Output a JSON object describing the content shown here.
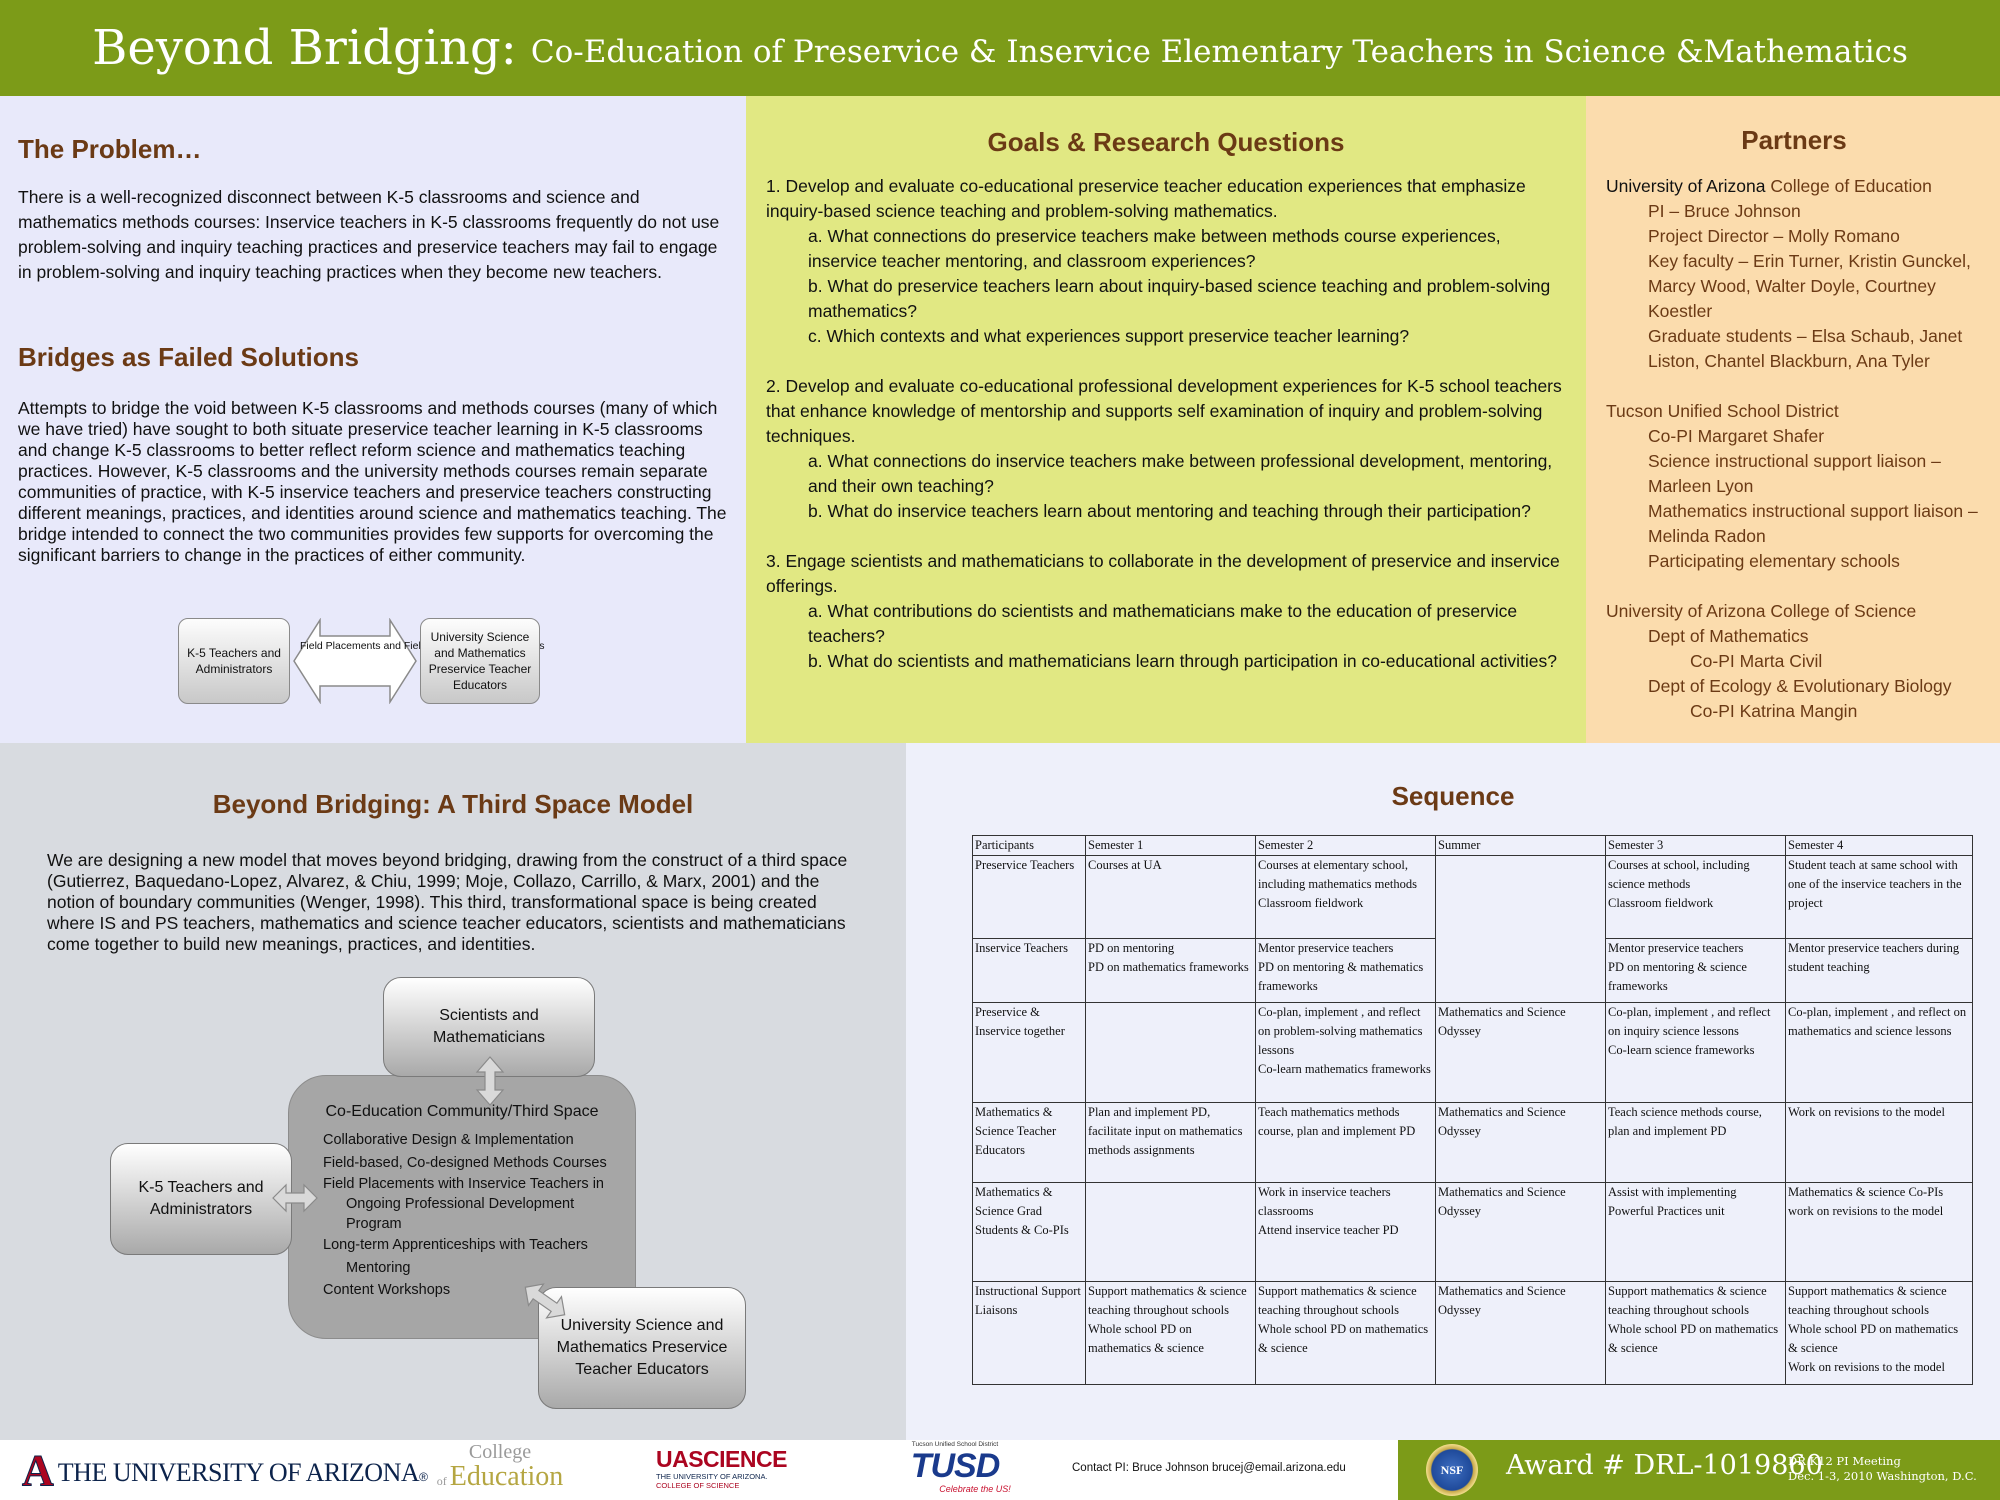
{
  "header": {
    "title_main": "Beyond Bridging:",
    "title_sub": "Co-Education of Preservice  & Inservice  Elementary Teachers in Science &Mathematics"
  },
  "problem": {
    "heading": "The Problem…",
    "text": "There is a well-recognized disconnect between K-5 classrooms and science and mathematics methods courses:  Inservice teachers in K-5 classrooms frequently do not use problem-solving and inquiry teaching practices and preservice teachers may fail to engage in problem-solving and inquiry teaching practices when they become new teachers."
  },
  "bridges": {
    "heading": "Bridges as Failed Solutions",
    "text": "Attempts to bridge the void between K-5 classrooms and methods courses (many of which we have tried) have sought to both situate preservice teacher learning in K-5 classrooms and change K-5 classrooms to better reflect reform science and mathematics teaching practices. However, K-5 classrooms and the university methods courses remain separate communities of practice, with K-5 inservice teachers and preservice teachers constructing different meanings, practices, and identities around science and mathematics teaching. The bridge intended to connect the two communities provides few supports for overcoming the significant barriers to change in the practices of either community.",
    "diagram": {
      "left": "K-5 Teachers and Administrators",
      "middle": "Field Placements and Field Based Methods Courses",
      "right": "University Science and Mathematics Preservice Teacher Educators"
    }
  },
  "goals": {
    "heading": "Goals & Research Questions",
    "items": [
      {
        "text": "1. Develop and evaluate co-educational preservice teacher education experiences that emphasize inquiry-based science teaching and problem-solving mathematics.",
        "subs": [
          "a. What connections do preservice teachers make between methods course experiences, inservice teacher mentoring, and classroom experiences?",
          "b. What do preservice teachers learn about inquiry-based science teaching and problem-solving mathematics?",
          "c. Which contexts and what experiences support preservice teacher learning?"
        ]
      },
      {
        "text": "2. Develop and evaluate co-educational professional development experiences for K-5 school teachers that enhance knowledge of mentorship and supports self examination of inquiry and problem-solving techniques.",
        "subs": [
          "a. What connections do inservice teachers make between professional development, mentoring, and their own teaching?",
          "b. What do inservice teachers learn about mentoring and teaching through their participation?"
        ]
      },
      {
        "text": "3. Engage scientists and mathematicians to collaborate in the development of preservice and inservice offerings.",
        "subs": [
          "a. What contributions do scientists and mathematicians make to the education of preservice  teachers?",
          "b. What do scientists and mathematicians learn through participation in co-educational activities?"
        ]
      }
    ]
  },
  "partners": {
    "heading": "Partners",
    "ua_name": "University of Arizona",
    "ua_college": " College of Education",
    "coe_people": [
      "PI – Bruce Johnson",
      "Project Director – Molly Romano",
      "Key faculty – Erin Turner, Kristin Gunckel, Marcy Wood, Walter Doyle, Courtney Koestler",
      "Graduate students – Elsa Schaub, Janet Liston, Chantel Blackburn, Ana Tyler"
    ],
    "tusd": "Tucson Unified School District",
    "tusd_people": [
      "Co-PI Margaret Shafer",
      "Science instructional support liaison – Marleen Lyon",
      "Mathematics instructional support liaison – Melinda Radon",
      "Participating elementary schools"
    ],
    "cos": "University of Arizona College of Science",
    "math_dept": "Dept of Mathematics",
    "math_copi": "Co-PI Marta Civil",
    "eco_dept": "Dept of Ecology & Evolutionary Biology",
    "eco_copi": "Co-PI Katrina Mangin"
  },
  "model": {
    "heading": "Beyond Bridging: A Third Space Model",
    "text": "We are designing a new model that moves beyond bridging, drawing from the construct of a third space (Gutierrez, Baquedano-Lopez, Alvarez, & Chiu, 1999; Moje, Collazo, Carrillo, & Marx, 2001) and the notion of boundary communities (Wenger, 1998). This third, transformational space is being created where IS and PS teachers, mathematics and science teacher educators, scientists and mathematicians come together to build new meanings, practices, and identities.",
    "scientists": "Scientists and Mathematicians",
    "k5": "K-5 Teachers and Administrators",
    "university": "University Science and Mathematics Preservice Teacher Educators",
    "community_title": "Co-Education Community/Third Space",
    "community_items": [
      "Collaborative Design & Implementation",
      "Field-based, Co-designed Methods Courses",
      "Field Placements with Inservice Teachers in",
      "Ongoing Professional Development",
      "Program",
      "Long-term Apprenticeships with Teachers",
      "Mentoring",
      "Content Workshops"
    ]
  },
  "sequence": {
    "heading": "Sequence",
    "columns": [
      "Participants",
      "Semester 1",
      "Semester 2",
      "Summer",
      "Semester 3",
      "Semester 4"
    ],
    "rows": [
      [
        "Preservice Teachers",
        "Courses at UA",
        "Courses at elementary school, including mathematics methods\nClassroom fieldwork",
        "",
        "Courses at school, including science methods\nClassroom fieldwork",
        "Student teach at same school with one of the inservice teachers in the project"
      ],
      [
        "Inservice Teachers",
        "PD on mentoring\nPD on mathematics frameworks",
        "Mentor  preservice teachers\nPD on mentoring & mathematics frameworks",
        "",
        "Mentor  preservice teachers\nPD on mentoring & science frameworks",
        "Mentor  preservice teachers during student teaching"
      ],
      [
        "Preservice & Inservice together",
        "",
        "Co-plan, implement , and reflect on problem-solving mathematics lessons\nCo-learn mathematics frameworks",
        "Mathematics and Science Odyssey",
        "Co-plan, implement , and reflect on inquiry science lessons\nCo-learn science frameworks",
        "Co-plan, implement , and reflect on mathematics and science lessons"
      ],
      [
        "Mathematics & Science Teacher Educators",
        "Plan and implement PD, facilitate input on mathematics methods assignments",
        "Teach mathematics methods course, plan and implement PD",
        "Mathematics and Science Odyssey",
        "Teach science methods course, plan and implement PD",
        "Work on revisions to the model"
      ],
      [
        "Mathematics & Science Grad Students & Co-PIs",
        "",
        "Work in inservice teachers classrooms\nAttend inservice teacher PD",
        "Mathematics and Science Odyssey",
        "Assist with implementing Powerful Practices unit",
        "Mathematics & science Co-PIs work on revisions to the model"
      ],
      [
        "Instructional Support  Liaisons",
        "Support mathematics & science teaching throughout schools\nWhole school PD on mathematics & science",
        "Support mathematics & science teaching throughout schools\nWhole school PD on mathematics & science",
        "Mathematics and Science Odyssey",
        "Support mathematics & science teaching throughout schools\nWhole school PD on mathematics & science",
        "Support mathematics & science teaching throughout schools\nWhole school PD on mathematics & science\nWork on revisions to the model"
      ]
    ]
  },
  "footer": {
    "ua_logo_a": "A",
    "ua_logo_text": "THE UNIVERSITY OF ARIZONA",
    "ua_logo_mark": "®",
    "coe_logo_line1": "College",
    "coe_logo_of": "of",
    "coe_logo_line2": "Education",
    "uascience_main": "UASCIENCE",
    "uascience_sub1": "THE UNIVERSITY OF ARIZONA.",
    "uascience_sub2": "COLLEGE OF SCIENCE",
    "tusd_top": "Tucson Unified School District",
    "tusd_main": "TUSD",
    "tusd_tag": "Celebrate the US!",
    "contact": "Contact PI: Bruce Johnson brucej@email.arizona.edu",
    "nsf": "NSF",
    "award": "Award # DRL-1019860",
    "meeting_line1": "DR K12 PI Meeting",
    "meeting_line2": "Dec. 1-3, 2010  Washington, D.C."
  },
  "colors": {
    "header_green": "#7c9b18",
    "heading_brown": "#6b3a15",
    "problem_bg": "#e8e9fa",
    "goals_bg": "#e1e883",
    "partners_bg": "#fbdcad",
    "model_bg": "#d8dbe0",
    "sequence_bg": "#eef0fa",
    "ua_red": "#ab0520",
    "ua_navy": "#0c234b"
  }
}
